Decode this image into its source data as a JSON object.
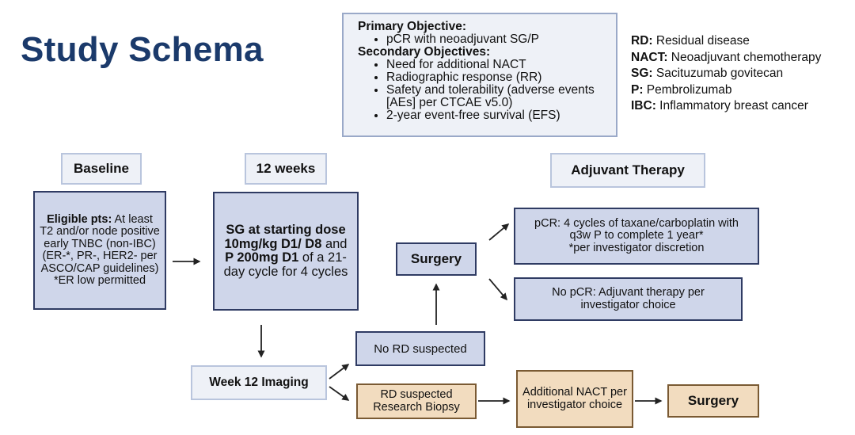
{
  "title": "Study Schema",
  "objectives": {
    "primary_heading": "Primary Objective:",
    "primary_items": [
      "pCR with neoadjuvant SG/P"
    ],
    "secondary_heading": "Secondary Objectives:",
    "secondary_items": [
      "Need for additional NACT",
      "Radiographic response (RR)",
      "Safety and tolerability (adverse events [AEs] per CTCAE v5.0)",
      "2-year event-free survival (EFS)"
    ]
  },
  "legend": [
    {
      "key": "RD:",
      "value": " Residual disease"
    },
    {
      "key": "NACT:",
      "value": " Neoadjuvant chemotherapy"
    },
    {
      "key": "SG:",
      "value": " Sacituzumab govitecan"
    },
    {
      "key": "P:",
      "value": " Pembrolizumab"
    },
    {
      "key": "IBC:",
      "value": " Inflammatory breast cancer"
    }
  ],
  "headers": {
    "baseline": "Baseline",
    "weeks": "12 weeks",
    "adjuvant": "Adjuvant Therapy"
  },
  "eligible": {
    "bold": "Eligible pts:",
    "text": " At least T2 and/or node positive early TNBC (non-IBC) (ER-*, PR-, HER2- per ASCO/CAP guidelines)",
    "note": "*ER low permitted"
  },
  "treatment": {
    "part1": "SG at starting dose 10mg/kg D1/ D8",
    "part2": " and ",
    "part3": "P 200mg D1",
    "part4": " of a 21-day cycle for 4 cycles"
  },
  "surgery_label": "Surgery",
  "pcr": {
    "line1": "pCR: 4 cycles of taxane/carboplatin with q3w P to complete 1 year*",
    "line2": "*per investigator discretion"
  },
  "no_pcr": "No pCR: Adjuvant therapy per investigator choice",
  "no_rd": "No RD suspected",
  "week12_imaging": "Week 12 Imaging",
  "rd_suspected": {
    "line1": "RD suspected",
    "line2": "Research Biopsy"
  },
  "additional_nact": "Additional NACT per investigator choice",
  "surgery_final": "Surgery",
  "colors": {
    "title": "#1b3a6b",
    "box_fill_blue": "#cfd6ea",
    "box_border_blue": "#2f3b63",
    "box_fill_tan": "#f2dcbf",
    "box_border_tan": "#7a5a33",
    "header_fill": "#eef1f7"
  }
}
